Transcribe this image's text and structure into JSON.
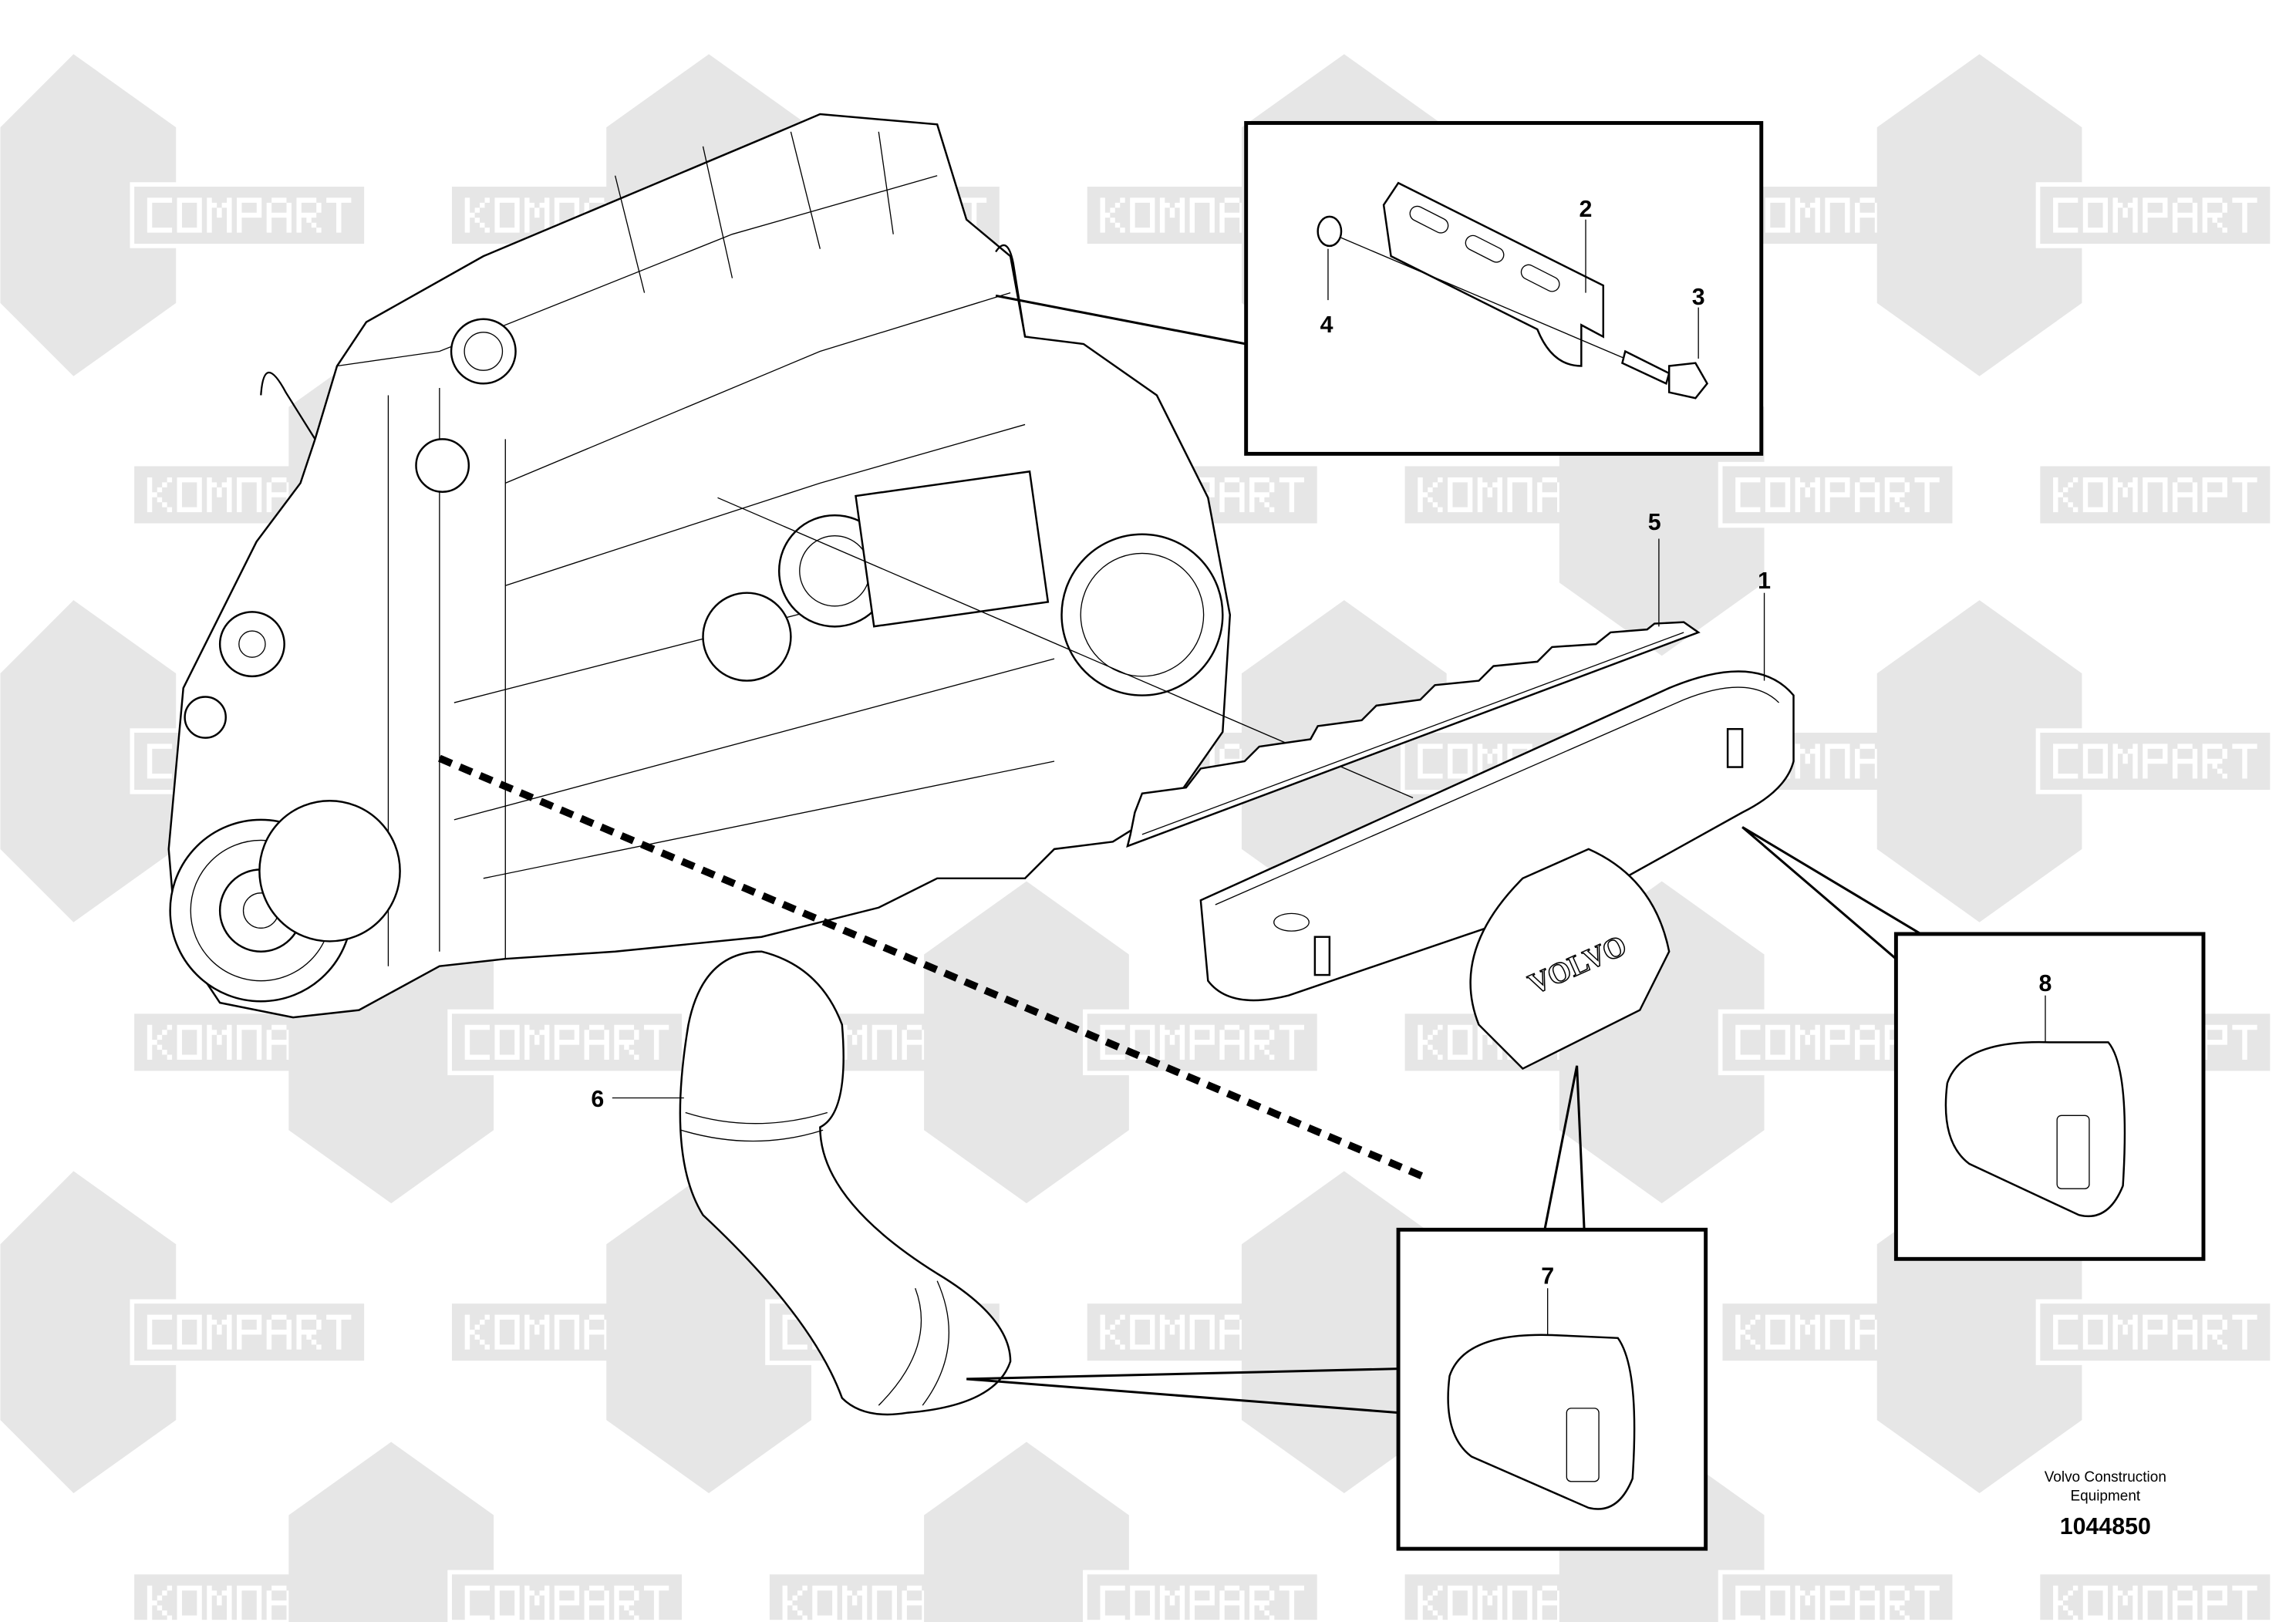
{
  "watermark": {
    "latin": "COMPART",
    "cyrillic": "КОМПАРТ",
    "color": "#e6e6e6"
  },
  "callouts": {
    "p1": "1",
    "p2": "2",
    "p3": "3",
    "p4": "4",
    "p5": "5",
    "p6": "6",
    "p7": "7",
    "p8": "8"
  },
  "cover_logo": "VOLVO",
  "footer": {
    "company_line1": "Volvo Construction",
    "company_line2": "Equipment",
    "drawing_number": "1044850"
  }
}
